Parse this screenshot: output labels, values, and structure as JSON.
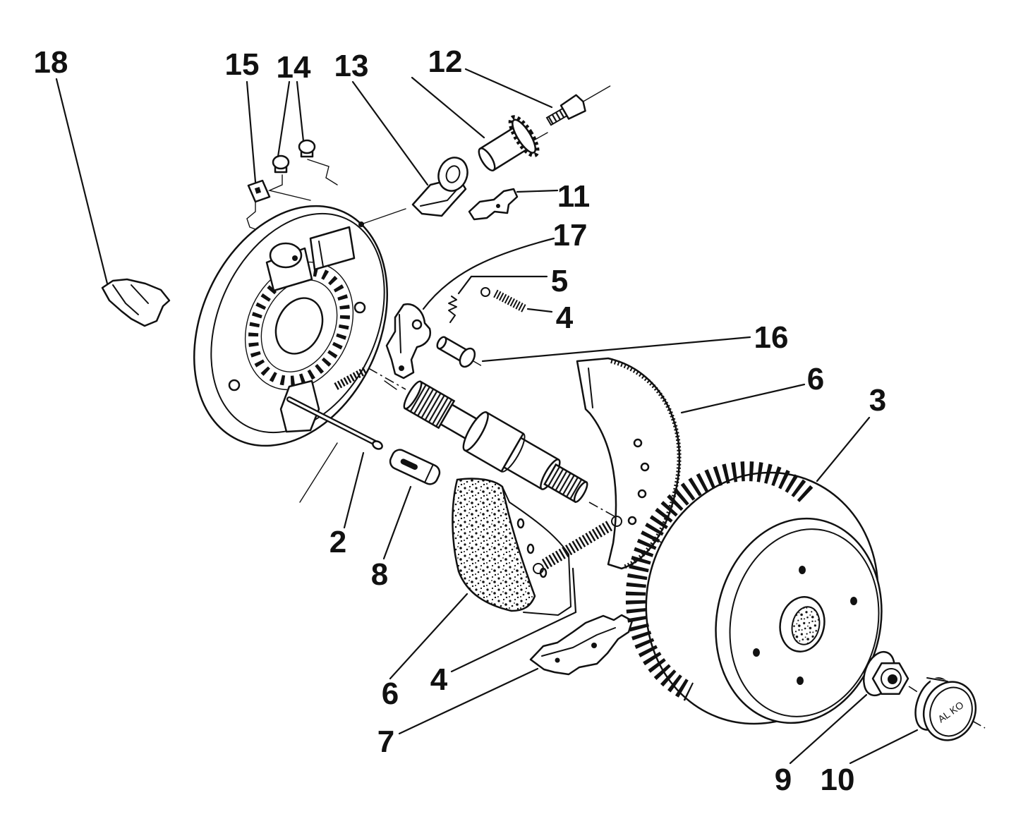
{
  "diagram": {
    "callouts": {
      "part_18": "18",
      "part_15": "15",
      "part_14": "14",
      "part_13": "13",
      "part_12": "12",
      "part_11": "11",
      "part_17": "17",
      "part_5": "5",
      "part_4_upper": "4",
      "part_16": "16",
      "part_6_upper": "6",
      "part_3": "3",
      "part_2": "2",
      "part_8": "8",
      "part_6_lower": "6",
      "part_4_lower": "4",
      "part_7": "7",
      "part_9": "9",
      "part_10": "10"
    },
    "cap_lettering": "AL KO"
  },
  "colors": {
    "ink": "#111111",
    "background": "#ffffff"
  }
}
